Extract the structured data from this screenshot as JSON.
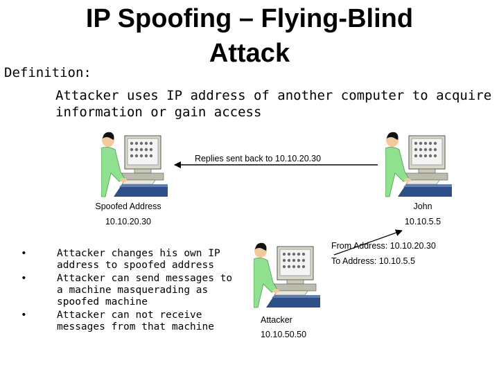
{
  "title": {
    "line1": "IP Spoofing – Flying-Blind",
    "line2": "Attack"
  },
  "definition": {
    "label": "Definition:",
    "text": "Attacker uses IP address of another computer to acquire information or gain access"
  },
  "diagram": {
    "reply_label": "Replies sent back to 10.10.20.30",
    "spoofed": {
      "name": "Spoofed Address",
      "ip": "10.10.20.30"
    },
    "john": {
      "name": "John",
      "ip": "10.10.5.5"
    },
    "attacker": {
      "name": "Attacker",
      "ip": "10.10.50.50"
    },
    "from_label": "From Address: 10.10.20.30",
    "to_label": "To Address: 10.10.5.5"
  },
  "bullets": [
    "Attacker changes his own IP address to spoofed address",
    "Attacker can send messages to a machine masquerading as spoofed machine",
    "Attacker can not receive messages from that machine"
  ],
  "colors": {
    "shirt": "#8fe08f",
    "monitor": "#d8d8c8",
    "screen": "#f4f4f4",
    "desk": "#2b4f86",
    "hair": "#111111",
    "skin": "#f2c99a"
  }
}
